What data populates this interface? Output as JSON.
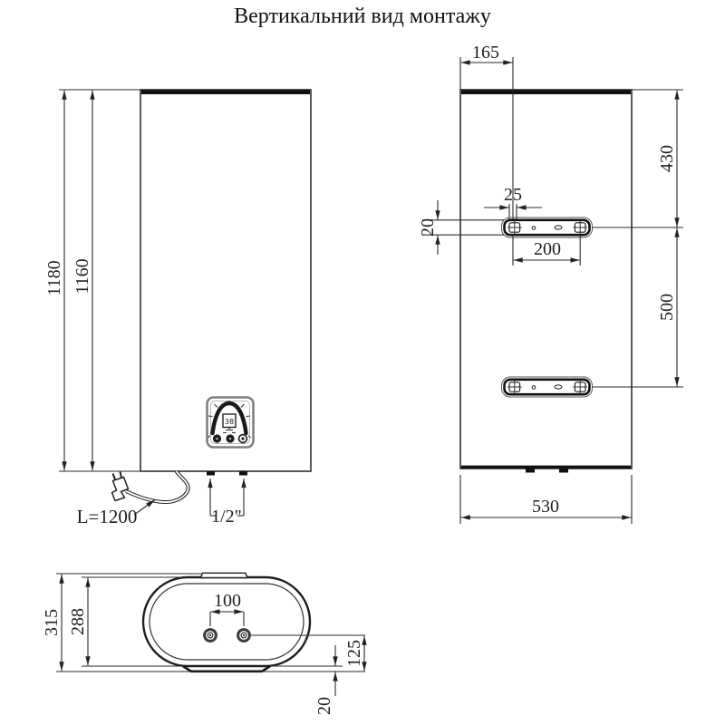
{
  "title": "Вертикальний вид монтажу",
  "front_view": {
    "overall_height": "1180",
    "body_height": "1160",
    "cable_length": "L=1200",
    "pipe_size": "1/2\"",
    "display_value": "38"
  },
  "side_view": {
    "bracket_offset_from_front": "165",
    "hook_width": "25",
    "bracket_depth": "20",
    "hole_spacing": "200",
    "top_to_upper_bracket": "430",
    "bracket_spacing": "500",
    "width": "530"
  },
  "bottom_view": {
    "overall_depth": "315",
    "body_depth": "288",
    "pipe_spacing": "100",
    "pipe_offset_from_back": "125",
    "foot_offset": "20"
  }
}
